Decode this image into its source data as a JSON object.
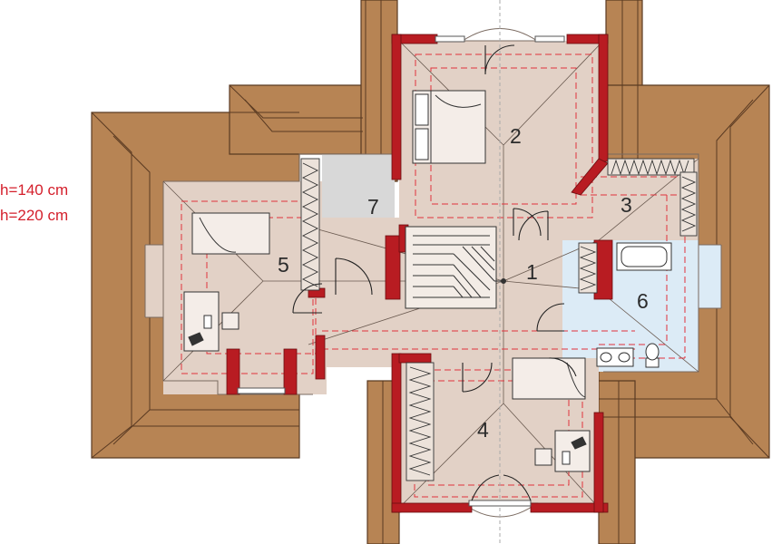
{
  "legend": {
    "low_height": "h=140 cm",
    "high_height": "h=220 cm"
  },
  "rooms": {
    "r1": "1",
    "r2": "2",
    "r3": "3",
    "r4": "4",
    "r5": "5",
    "r6": "6",
    "r7": "7"
  },
  "colors": {
    "roof": "#b78454",
    "roof_outline": "#5a3a22",
    "floor": "#e2d1c6",
    "bathroom": "#dcebf6",
    "stair_room": "#d8d8d8",
    "wall": "#b81c22",
    "height_line": "#e0323c"
  }
}
